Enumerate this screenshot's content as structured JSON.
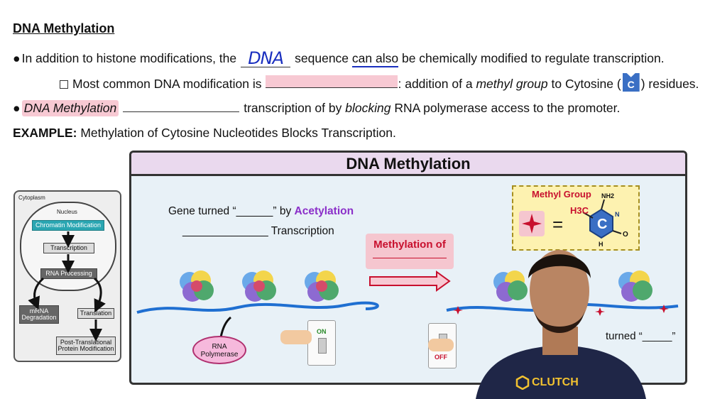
{
  "title": "DNA Methylation",
  "line1": {
    "bullet": "●",
    "before": "In addition to histone modifications, the",
    "handwritten": "DNA",
    "after_a": "sequence",
    "after_b": "can also",
    "after_c": "be chemically modified to regulate transcription."
  },
  "line2": {
    "before": "Most common DNA modification is",
    "after_a": ": addition of a",
    "methyl": "methyl group",
    "after_b": "to Cytosine (",
    "c_label": "C",
    "after_c": ") residues."
  },
  "line3": {
    "bullet": "●",
    "highlight": "DNA Methylation",
    "after_a": "transcription of by",
    "blocking": "blocking",
    "after_b": "RNA polymerase access to the promoter."
  },
  "example": {
    "label": "EXAMPLE:",
    "text": "Methylation of Cytosine Nucleotides Blocks Transcription."
  },
  "flowchart": {
    "cytoplasm": "Cytoplasm",
    "nucleus": "Nucleus",
    "chromatin": "Chromatin Modification",
    "transcription": "Transcription",
    "rna_processing": "RNA Processing",
    "mrna_degradation": "mRNA Degradation",
    "translation": "Translation",
    "post_translational": "Post-Translational Protein Modification"
  },
  "panel": {
    "title": "DNA Methylation",
    "gene_turned": "Gene turned “______” by",
    "acetylation": "Acetylation",
    "transcription": "______________ Transcription",
    "methylation_of": "Methylation of",
    "methyl_group": "Methyl Group",
    "equals": "=",
    "h3c": "H3C",
    "nh2": "NH2",
    "n": "N",
    "h": "H",
    "o": "O",
    "c": "C",
    "rna_pol": "RNA Polymerase",
    "on": "ON",
    "off": "OFF",
    "turned_right": "turned “_____”"
  },
  "logo": "CLUTCH",
  "colors": {
    "pink_highlight": "#f7c9d3",
    "handwriting_blue": "#1a2fbf",
    "acetylation_purple": "#8b2fc9",
    "methyl_red": "#c8102e",
    "dna_blue": "#1f6fd1"
  }
}
